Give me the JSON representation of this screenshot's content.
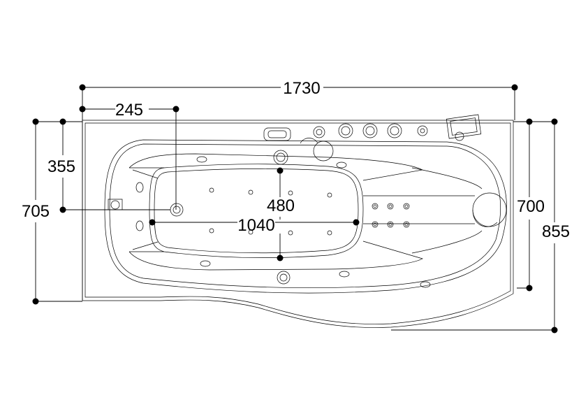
{
  "dimensions": {
    "overall_length": "1730",
    "drain_offset": "245",
    "drain_depth": "355",
    "end_width": "705",
    "inner_depth": "480",
    "inner_length": "1040",
    "side_width": "700",
    "max_width": "855"
  }
}
